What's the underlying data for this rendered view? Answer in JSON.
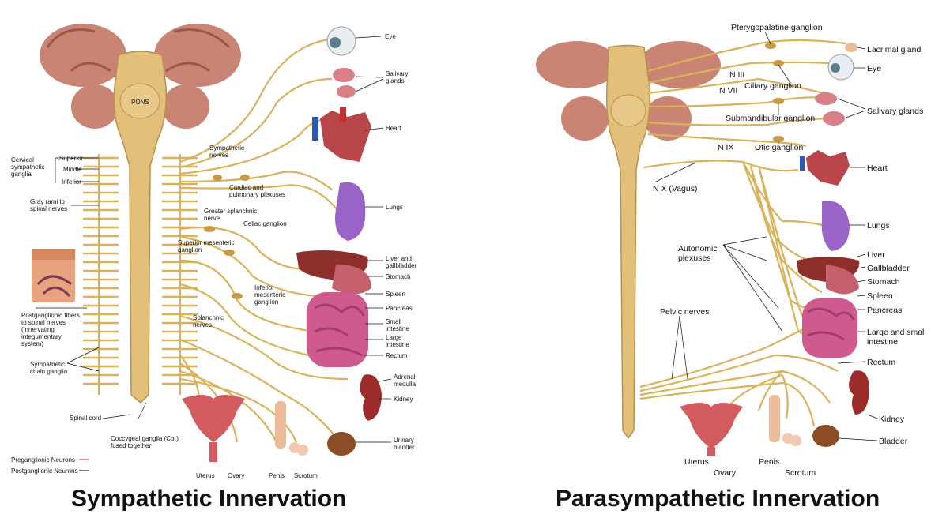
{
  "sympathetic": {
    "title": "Sympathetic Innervation",
    "pons": "PONS",
    "cervical_label": "Cervical\nsympathetic\nganglia",
    "cervical_levels": [
      "Superior",
      "Middle",
      "Inferior"
    ],
    "gray_rami": "Gray rami to\nspinal nerves",
    "postganglionic_fibers": "Postganglionic fibers\nto spinal nerves\n(innervating\nintegumentary\nsystem)",
    "chain_ganglia": "Sympathetic\nchain ganglia",
    "spinal_cord": "Spinal cord",
    "coccygeal": "Coccygeal ganglia (Co₁)\nfused together",
    "sympathetic_nerves": "Sympathetic\nnerves",
    "cardiac_plexuses": "Cardiac and\npulmonary plexuses",
    "greater_splanchnic": "Greater splanchnic\nnerve",
    "celiac_ganglion": "Celiac ganglion",
    "superior_mesenteric": "Superior mesenteric\nganglion",
    "inferior_mesenteric": "Inferior\nmesenteric\nganglion",
    "splanchnic_nerves": "Splanchnic\nnerves",
    "organs": {
      "eye": "Eye",
      "salivary": "Salivary\nglands",
      "heart": "Heart",
      "lungs": "Lungs",
      "liver": "Liver and\ngallbladder",
      "stomach": "Stomach",
      "spleen": "Spleen",
      "pancreas": "Pancreas",
      "small_intestine": "Small\nintestine",
      "large_intestine": "Large\nintestine",
      "rectum": "Rectum",
      "adrenal": "Adrenal\nmedulla",
      "kidney": "Kidney",
      "bladder": "Urinary\nbladder",
      "uterus": "Uterus",
      "ovary": "Ovary",
      "penis": "Penis",
      "scrotum": "Scrotum"
    },
    "legend": {
      "pre": "Preganglionic Neurons",
      "post": "Postganglionic Neurons",
      "pre_color": "#e03c2c",
      "post_color": "#222222"
    }
  },
  "parasympathetic": {
    "title": "Parasympathetic Innervation",
    "pterygopalatine": "Pterygopalatine ganglion",
    "lacrimal": "Lacrimal gland",
    "eye": "Eye",
    "n3": "N III",
    "n7": "N VII",
    "ciliary": "Ciliary ganglion",
    "salivary": "Salivary glands",
    "submandibular": "Submandibular ganglion",
    "n9": "N IX",
    "otic": "Otic ganglion",
    "heart": "Heart",
    "vagus": "N X (Vagus)",
    "lungs": "Lungs",
    "autonomic": "Autonomic\nplexuses",
    "liver": "Liver",
    "gallbladder": "Gallbladder",
    "stomach": "Stomach",
    "spleen": "Spleen",
    "pancreas": "Pancreas",
    "pelvic": "Pelvic nerves",
    "intestine": "Large and small\nintestine",
    "rectum": "Rectum",
    "kidney": "Kidney",
    "bladder": "Bladder",
    "uterus": "Uterus",
    "ovary": "Ovary",
    "penis": "Penis",
    "scrotum": "Scrotum"
  },
  "colors": {
    "nerve": "#d9b25a",
    "nerve_dark": "#a9803a",
    "cord": "#e2c07a",
    "brain": "#c98474",
    "organ_red": "#b8454a",
    "intestine": "#cf5b8e",
    "lung": "#9a63c7",
    "liver": "#8e2f2c"
  }
}
